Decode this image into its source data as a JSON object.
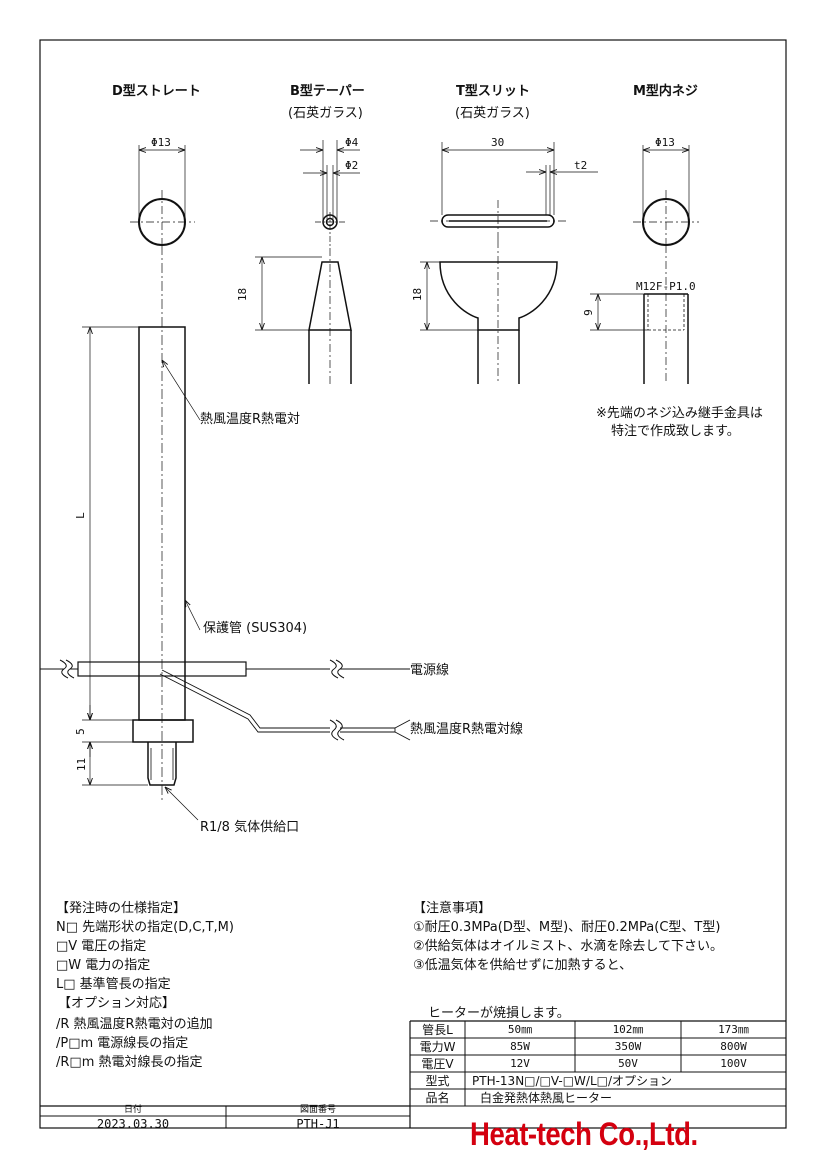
{
  "views": {
    "d": {
      "title": "D型ストレート",
      "sub": "",
      "dim": "Φ13"
    },
    "b": {
      "title": "B型テーパー",
      "sub": "(石英ガラス)",
      "dim_outer": "Φ4",
      "dim_inner": "Φ2",
      "height": "18"
    },
    "t": {
      "title": "T型スリット",
      "sub": "(石英ガラス)",
      "dim_width": "30",
      "dim_slit": "t2",
      "height": "18"
    },
    "m": {
      "title": "M型内ネジ",
      "dim": "Φ13",
      "thread": "M12F-P1.0",
      "depth": "9",
      "note1": "※先端のネジ込み継手金具は",
      "note2": "特注で作成致します。"
    }
  },
  "main": {
    "thermocouple": "熱風温度R熱電対",
    "length": "L",
    "tube": "保護管 (SUS304)",
    "power_line": "電源線",
    "tc_line": "熱風温度R熱電対線",
    "dim5": "5",
    "dim11": "11",
    "inlet": "R1/8 気体供給口"
  },
  "spec": {
    "title": "【発注時の仕様指定】",
    "lines": [
      "N□ 先端形状の指定(D,C,T,M)",
      "□V 電圧の指定",
      "□W 電力の指定",
      "L□ 基準管長の指定"
    ],
    "option_title": "【オプション対応】",
    "option_lines": [
      "/R  熱風温度R熱電対の追加",
      "/P□m 電源線長の指定",
      "/R□m 熱電対線長の指定"
    ]
  },
  "notes": {
    "title": "【注意事項】",
    "lines": [
      "①耐圧0.3MPa(D型、M型)、耐圧0.2MPa(C型、T型)",
      "②供給気体はオイルミスト、水滴を除去して下さい。",
      "③低温気体を供給せずに加熱すると、",
      "ヒーターが焼損します。"
    ]
  },
  "table": {
    "rows": [
      {
        "label": "管長L",
        "values": [
          "50㎜",
          "102㎜",
          "173㎜"
        ]
      },
      {
        "label": "電力W",
        "values": [
          "85W",
          "350W",
          "800W"
        ]
      },
      {
        "label": "電圧V",
        "values": [
          "12V",
          "50V",
          "100V"
        ]
      }
    ],
    "model_label": "型式",
    "model_value": "PTH-13N□/□V-□W/L□/オプション",
    "name_label": "品名",
    "name_value": "白金発熱体熱風ヒーター"
  },
  "footer": {
    "date_label": "日付",
    "date_value": "2023.03.30",
    "drawing_no_label": "図面番号",
    "drawing_no_value": "PTH-J1",
    "company": "Heat-tech Co.,Ltd."
  },
  "colors": {
    "logo": "#d4000f",
    "line": "#111111"
  }
}
